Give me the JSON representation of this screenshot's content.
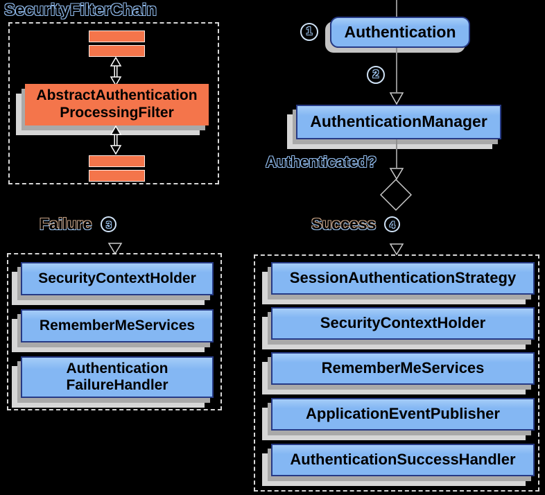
{
  "title": "SecurityFilterChain",
  "filter_chain": {
    "processing_filter": {
      "line1": "AbstractAuthentication",
      "line2": "ProcessingFilter"
    }
  },
  "flow": {
    "step1": "1",
    "authentication": "Authentication",
    "step2": "2",
    "authentication_manager": "AuthenticationManager",
    "decision": "Authenticated?"
  },
  "failure": {
    "label": "Failure",
    "step": "3",
    "items": [
      {
        "line1": "SecurityContextHolder"
      },
      {
        "line1": "RememberMeServices"
      },
      {
        "line1": "Authentication",
        "line2": "FailureHandler"
      }
    ]
  },
  "success": {
    "label": "Success",
    "step": "4",
    "items": [
      {
        "line1": "SessionAuthenticationStrategy"
      },
      {
        "line1": "SecurityContextHolder"
      },
      {
        "line1": "RememberMeServices"
      },
      {
        "line1": "ApplicationEventPublisher"
      },
      {
        "line1": "AuthenticationSuccessHandler"
      }
    ]
  },
  "colors": {
    "blue_fill": "#84b7f3",
    "blue_fill_light": "#a5cdf8",
    "blue_border": "#263a85",
    "orange_fill": "#f4754b",
    "outline_glow": "#8fb9ea",
    "shadow_dark": "#a9a9a9",
    "shadow_light": "#d6d6d6",
    "background": "#000000"
  }
}
